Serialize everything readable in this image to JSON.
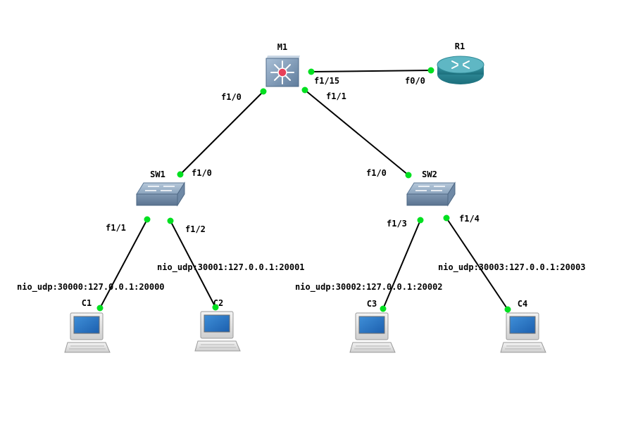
{
  "colors": {
    "link": "#000000",
    "port_dot": "#00e020",
    "background": "#ffffff"
  },
  "devices": {
    "m1": {
      "name": "M1",
      "icon": "multilayer-switch-icon"
    },
    "r1": {
      "name": "R1",
      "icon": "router-icon"
    },
    "sw1": {
      "name": "SW1",
      "icon": "switch-icon"
    },
    "sw2": {
      "name": "SW2",
      "icon": "switch-icon"
    },
    "c1": {
      "name": "C1",
      "icon": "computer-icon"
    },
    "c2": {
      "name": "C2",
      "icon": "computer-icon"
    },
    "c3": {
      "name": "C3",
      "icon": "computer-icon"
    },
    "c4": {
      "name": "C4",
      "icon": "computer-icon"
    }
  },
  "ports": {
    "m1_r1": "f1/15",
    "r1_m1": "f0/0",
    "m1_sw1": "f1/0",
    "m1_sw2": "f1/1",
    "sw1_m1": "f1/0",
    "sw2_m1": "f1/0",
    "sw1_c1": "f1/1",
    "sw1_c2": "f1/2",
    "sw2_c3": "f1/3",
    "sw2_c4": "f1/4"
  },
  "nio": {
    "c1": "nio_udp:30000:127.0.0.1:20000",
    "c2": "nio_udp:30001:127.0.0.1:20001",
    "c3": "nio_udp:30002:127.0.0.1:20002",
    "c4": "nio_udp:30003:127.0.0.1:20003"
  }
}
